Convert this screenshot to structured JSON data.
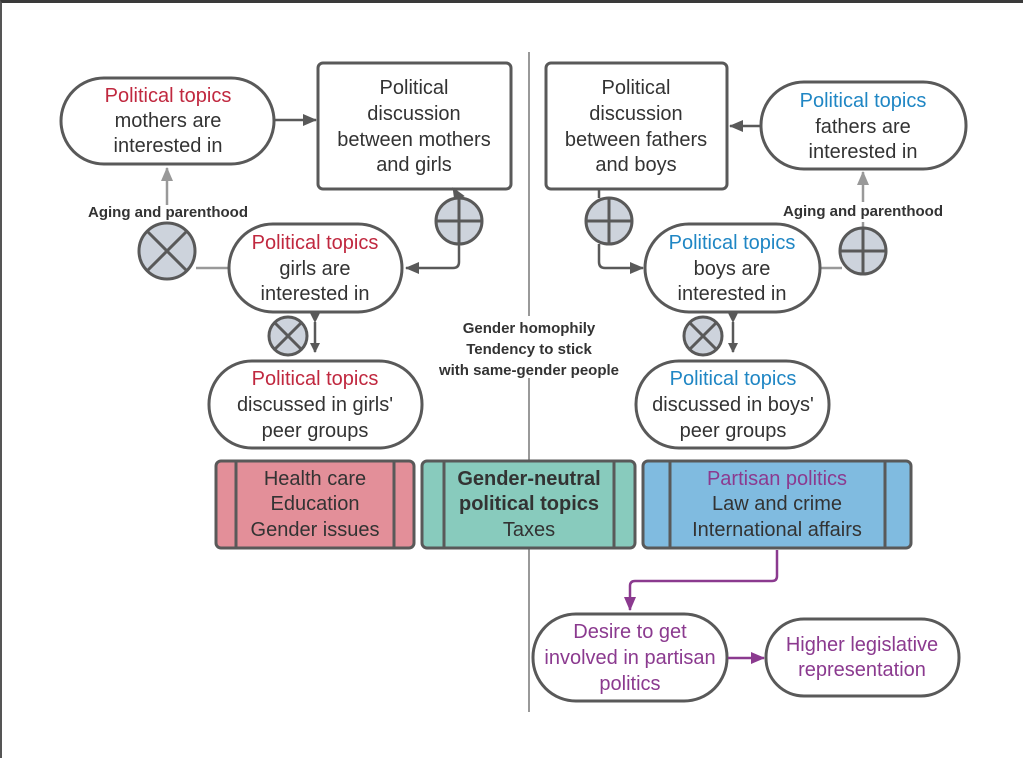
{
  "colors": {
    "girls_accent": "#c0283f",
    "boys_accent": "#1f86c4",
    "partisan_accent": "#8b3a8f",
    "stroke": "#595959",
    "light_arrow": "#999999",
    "symbol_fill": "#cdd3dc",
    "pink_box": "#e38f99",
    "teal_box": "#88cbbd",
    "blue_box": "#80bbe0"
  },
  "left": {
    "mothers_topics": {
      "accent": "Political topics",
      "line2": "mothers are",
      "line3": "interested in"
    },
    "mother_girl_discussion": {
      "line1": "Political",
      "line2": "discussion",
      "line3": "between mothers",
      "line4": "and girls"
    },
    "aging_label": "Aging and parenthood",
    "girls_topics": {
      "accent": "Political topics",
      "line2": "girls are",
      "line3": "interested in"
    },
    "girls_peer_topics": {
      "accent": "Political topics",
      "line2": "discussed in girls'",
      "line3": "peer groups"
    }
  },
  "right": {
    "father_boy_discussion": {
      "line1": "Political",
      "line2": "discussion",
      "line3": "between fathers",
      "line4": "and boys"
    },
    "fathers_topics": {
      "accent": "Political topics",
      "line2": "fathers are",
      "line3": "interested in"
    },
    "aging_label": "Aging and parenthood",
    "boys_topics": {
      "accent": "Political topics",
      "line2": "boys are",
      "line3": "interested in"
    },
    "boys_peer_topics": {
      "accent": "Political topics",
      "line2": "discussed in boys'",
      "line3": "peer groups"
    }
  },
  "center_label": {
    "line1": "Gender homophily",
    "line2": "Tendency to stick",
    "line3": "with same-gender people"
  },
  "topic_boxes": {
    "girls": {
      "line1": "Health care",
      "line2": "Education",
      "line3": "Gender issues"
    },
    "neutral": {
      "line1": "Gender-neutral",
      "line2": "political topics",
      "line3": "Taxes"
    },
    "boys": {
      "accent": "Partisan politics",
      "line2": "Law and crime",
      "line3": "International affairs"
    }
  },
  "outcomes": {
    "desire": {
      "line1": "Desire to get",
      "line2": "involved in partisan",
      "line3": "politics"
    },
    "representation": {
      "line1": "Higher legislative",
      "line2": "representation"
    }
  },
  "symbols": {
    "plus": "positive-effect",
    "cross": "negative-effect"
  }
}
